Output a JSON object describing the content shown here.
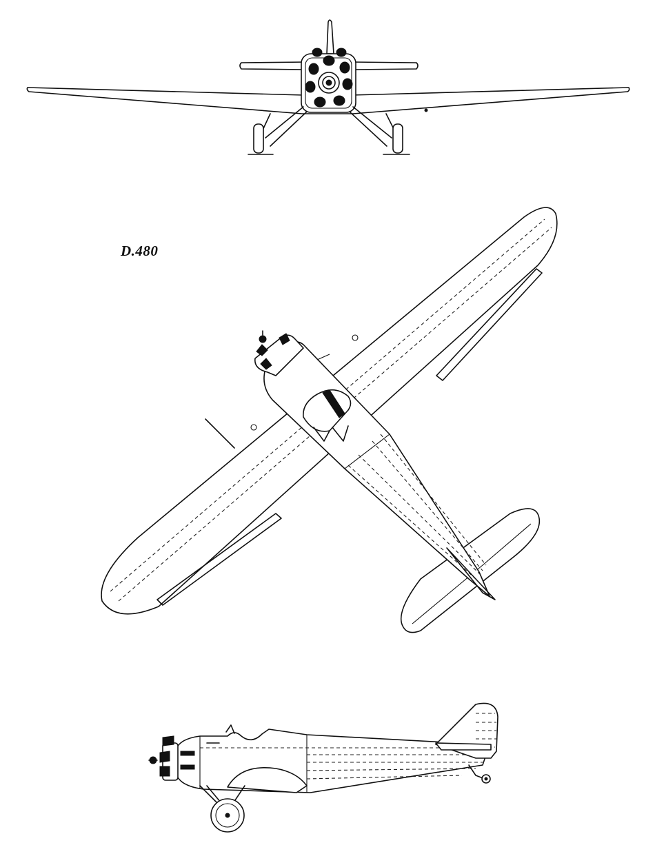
{
  "drawing": {
    "model_label": "D.480",
    "views": [
      "front-view",
      "top-view",
      "side-view"
    ]
  }
}
